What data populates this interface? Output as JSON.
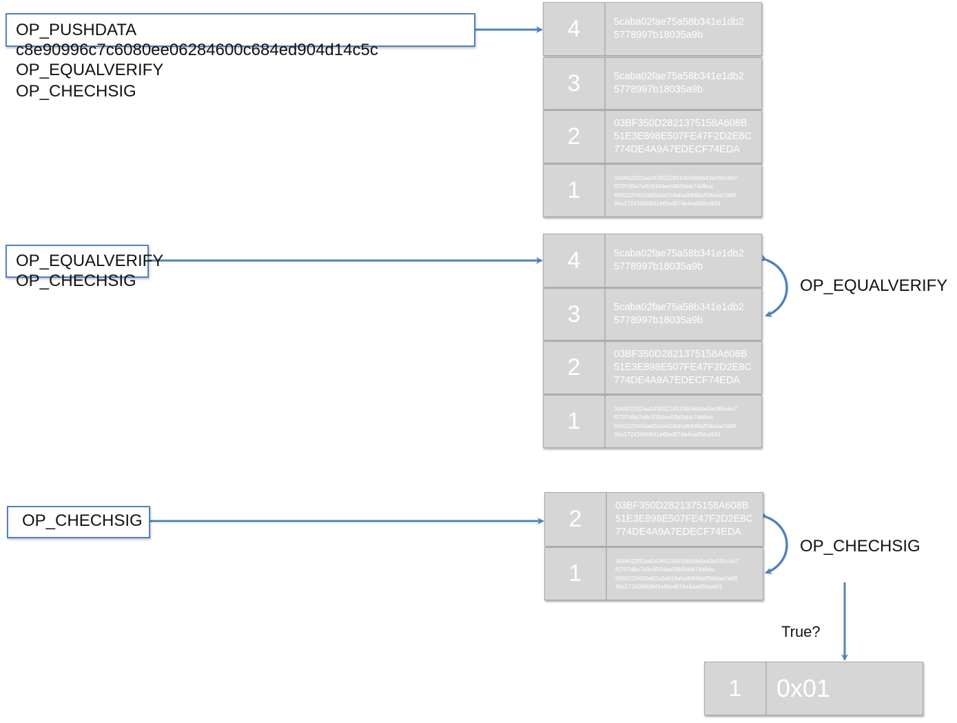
{
  "script1": {
    "lines": [
      "OP_PUSHDATA",
      "c8e90996c7c6080ee06284600c684ed904d14c5c",
      "OP_EQUALVERIFY",
      "OP_CHECHSIG"
    ]
  },
  "script2": {
    "lines": [
      "OP_EQUALVERIFY",
      "OP_CHECHSIG"
    ]
  },
  "script3": {
    "lines": [
      "OP_CHECHSIG"
    ]
  },
  "stack1": [
    {
      "index": "4",
      "value": "5caba02fae75a58b341e1db2\n5778997b18035a9b"
    },
    {
      "index": "3",
      "value": "5caba02fae75a58b341e1db2\n5778997b18035a9b"
    },
    {
      "index": "2",
      "value": "03BF350D2821375158A608B\n51E3E898E507FE47F2D2E8C\n774DE4A9A7EDECF74EDA"
    },
    {
      "index": "1",
      "value": "304402202aa24365218510b56b8a43e265c6e7\nf0797d8a7a9c9334ee59b5bbb74d8ea\n6560220400a82a3a018afadb948aff34daa7a89\n36a17243600841e6fed874e4aa05fceb01"
    }
  ],
  "stack2": [
    {
      "index": "4",
      "value": "5caba02fae75a58b341e1db2\n5778997b18035a9b"
    },
    {
      "index": "3",
      "value": "5caba02fae75a58b341e1db2\n5778997b18035a9b"
    },
    {
      "index": "2",
      "value": "03BF350D2821375158A608B\n51E3E898E507FE47F2D2E8C\n774DE4A9A7EDECF74EDA"
    },
    {
      "index": "1",
      "value": "304402202aa24365218510b56b8a43e265c6e7\nf0797d8a7a9c9334ee59b5bbb74d8ea\n6560220400a82a3a018afadb948aff34daa7a89\n36a17243600841e6fed874e4aa05fceb01"
    }
  ],
  "stack3": [
    {
      "index": "2",
      "value": "03BF350D2821375158A608B\n51E3E898E507FE47F2D2E8C\n774DE4A9A7EDECF74EDA"
    },
    {
      "index": "1",
      "value": "304402202aa24365218510b56b8a43e265c6e7\nf0797d8a7a9c9334ee59b5bbb74d8ea\n6560220400a82a3a018afadb948aff34daa7a89\n36a17243600841e6fed874e4aa05fceb01"
    }
  ],
  "result": {
    "index": "1",
    "value": "0x01",
    "question": "True?"
  },
  "labels": {
    "equalverify": "OP_EQUALVERIFY",
    "checksig": "OP_CHECHSIG"
  },
  "colors": {
    "arrow": "#4f81bd",
    "cell": "#d6d6d6",
    "cell_text": "#ffffff"
  }
}
